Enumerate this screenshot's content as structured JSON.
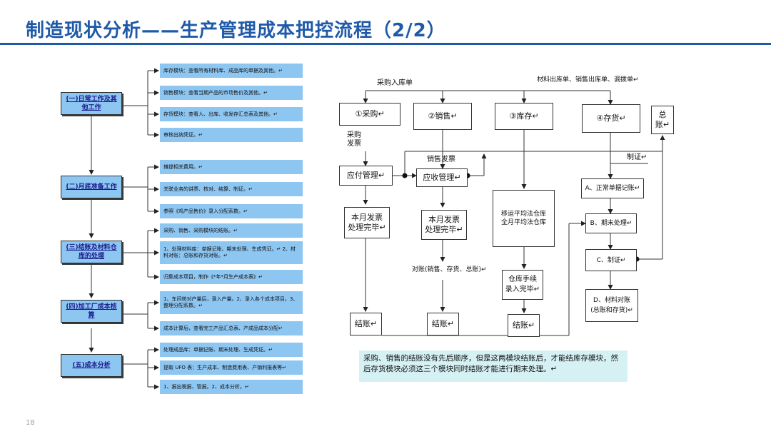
{
  "page": {
    "title": "制造现状分析——生产管理成本把控流程（2/2）",
    "page_number": "18"
  },
  "left_flow": {
    "stages": [
      {
        "prefix": "(一)",
        "label": "日常工作及其他工作"
      },
      {
        "prefix": "(二)",
        "label": "月底准备工作"
      },
      {
        "prefix": "(三)",
        "label": "结账及材料仓库的处理"
      },
      {
        "prefix": "(四)",
        "label": "加工厂成本核算"
      },
      {
        "prefix": "(五)",
        "label": "成本分析"
      }
    ],
    "subtasks": [
      "库存模块：查看所有材料库、成品库的单据及其他。↵",
      "销售模块：查看当期产品的市场售价及其他。↵",
      "存货模块：查看入、出库、收发存汇总表及其他。↵",
      "审核出纳凭证。↵",
      "摊提相关费用。↵",
      "关联业务的讲票、核对、结算、制证。↵",
      "参照《鸡产品售价》录入分配系数。↵",
      "采购、销售、采购模块的结账。↵",
      "1、处理材料库：单据记账、期末处理、生成凭证。↵ 2、材料对账：总账和存货对账。↵",
      "归集成本项目，制作《*年*月生产成本表》↵",
      "1、车间核对产量后，录入产量。2、录入各个成本项目。3、整理分配系数。↵",
      "成本计算后，查看完工产品汇总表、产成品成本分配↵",
      "处理成品库：单据记账、期末处理、生成凭证。↵",
      "提取 UFO 表：生产成本、制造费用表、产销利报表等↵",
      "1、报出税报、管报。2、成本分析。↵"
    ]
  },
  "right_flow": {
    "labels": {
      "purchase_receipt": "采购入库单",
      "docs_top": "材料出库单、销售出库单、调拨单↵",
      "purchase_invoice": "采购\n发票",
      "sales_invoice": "销售发票",
      "voucher": "制证↵"
    },
    "modules": [
      "①采购↵",
      "②销售↵",
      "③库存↵",
      "④存货↵",
      "总\n账↵"
    ],
    "boxes": {
      "payables": "应付管理↵",
      "receivables": "应收管理↵",
      "p_invoice_done": "本月发票\n处理完毕↵",
      "s_invoice_done": "本月发票\n处理完毕↵",
      "transfer_method": "移运平均法仓库\n全月平均法仓库",
      "reconcile": "对账(销售、存货、总账)↵",
      "warehouse_done": "仓库手续\n录入完毕↵",
      "close_1": "结账↵",
      "close_2": "结账↵",
      "close_3": "结账↵",
      "step_a": "A、正常单据记账↵",
      "step_b": "B、期末处理↵",
      "step_c": "C、制证↵",
      "step_d": "D、材料对账\n(总账和存货)↵"
    },
    "note": "采购、销售的结账没有先后顺序，但是这两模块结账后，才能结库存模块，然后存货模块必须这三个模块同时结账才能进行期末处理。↵"
  }
}
